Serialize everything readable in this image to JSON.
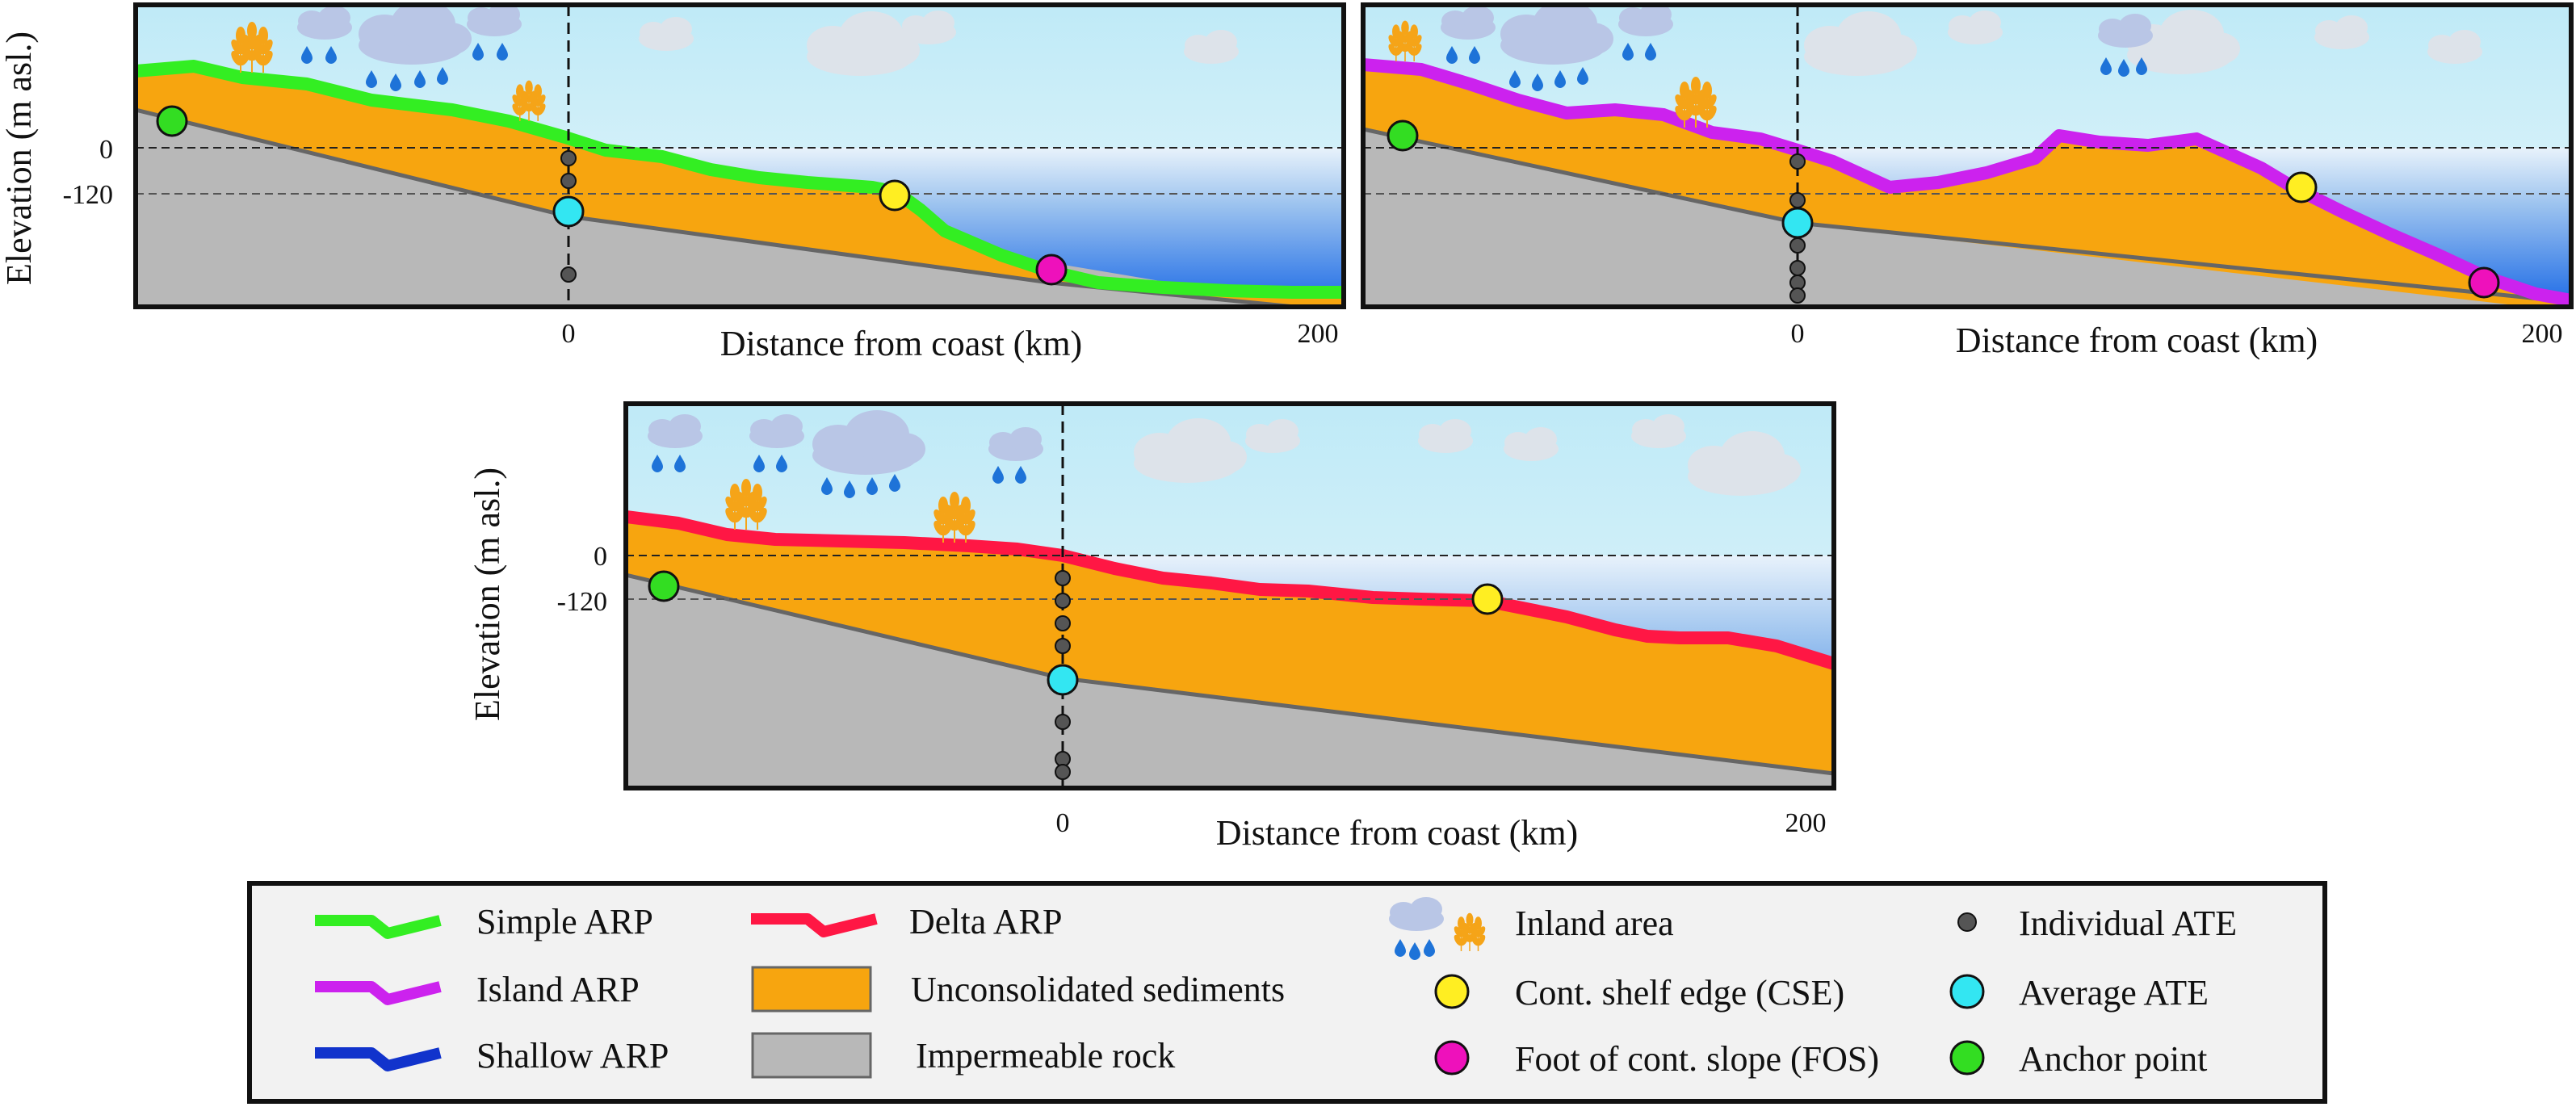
{
  "panels": [
    {
      "id": "simple",
      "ylabel": "Elevation  (m asl.)",
      "xlabel": "Distance from coast (km)",
      "y_ticks": [
        "0",
        "-120"
      ],
      "x_ticks": [
        "0",
        "200"
      ],
      "profile_color": "#33ee22"
    },
    {
      "id": "island",
      "ylabel": "",
      "xlabel": "Distance from coast (km)",
      "y_ticks": [],
      "x_ticks": [
        "0",
        "200"
      ],
      "profile_color": "#cc22ee"
    },
    {
      "id": "delta",
      "ylabel": "Elevation  (m asl.)",
      "xlabel": "Distance from coast (km)",
      "y_ticks": [
        "0",
        "-120"
      ],
      "x_ticks": [
        "0",
        "200"
      ],
      "profile_color": "#ff1744"
    }
  ],
  "legend": {
    "simple_arp": "Simple ARP",
    "island_arp": "Island ARP",
    "shallow_arp": "Shallow ARP",
    "delta_arp": "Delta ARP",
    "sediments": "Unconsolidated sediments",
    "rock": "Impermeable rock",
    "inland": "Inland area",
    "cse": "Cont. shelf edge (CSE)",
    "fos": "Foot of cont. slope (FOS)",
    "individual_ate": "Individual ATE",
    "average_ate": "Average ATE",
    "anchor": "Anchor point"
  },
  "colors": {
    "simple": "#33ee22",
    "island": "#cc22ee",
    "shallow": "#1133cc",
    "delta": "#ff1744",
    "sediment": "#f7a50f",
    "rock": "#b8b8b8",
    "cse": "#ffee22",
    "fos": "#ee11bb",
    "average_ate": "#33e6f2",
    "anchor": "#33dd22",
    "individual_ate": "#555555"
  },
  "icons": [
    "rain-cloud-icon",
    "wheat-icon"
  ]
}
